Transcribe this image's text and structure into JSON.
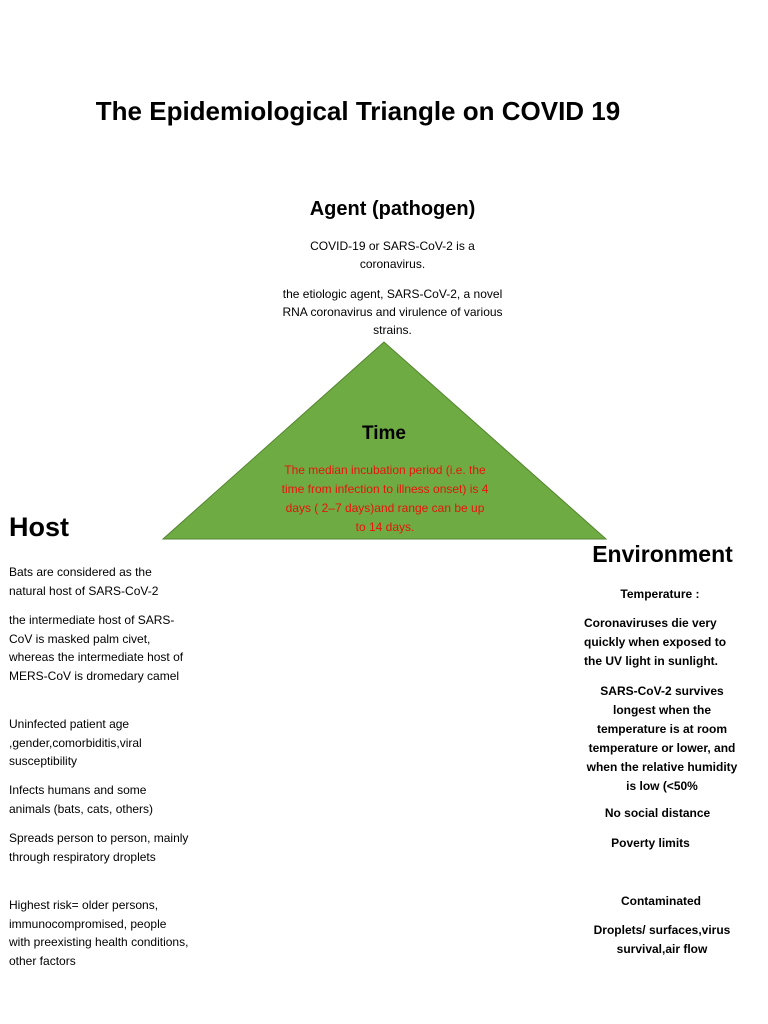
{
  "title": "The Epidemiological Triangle on COVID 19",
  "agent": {
    "heading": "Agent  (pathogen)",
    "lines": [
      "COVID-19 or SARS-CoV-2  is a coronavirus.",
      "the etiologic agent, SARS-CoV-2, a novel RNA coronavirus and virulence of various strains."
    ]
  },
  "time": {
    "heading": "Time",
    "body": "The median incubation period (i.e. the time from infection to illness onset) is 4 days ( 2–7 days)and range can be up to 14 days.",
    "color": "#e8140c"
  },
  "triangle": {
    "fill": "#6fab43",
    "stroke": "#54852f"
  },
  "host": {
    "heading": "Host",
    "items": [
      "Bats are considered as the natural host of SARS-CoV-2",
      "the intermediate host of SARS-CoV is masked palm civet, whereas the intermediate host of MERS-CoV is dromedary camel",
      "Uninfected patient age ,gender,comorbiditis,viral susceptibility",
      "Infects humans and some animals (bats, cats, others)",
      "Spreads person to person, mainly through respiratory droplets",
      "Highest risk= older persons, immunocompromised, people with preexisting health conditions, other factors"
    ]
  },
  "environment": {
    "heading": "Environment",
    "items": [
      "Temperature :",
      "Coronaviruses die very quickly when exposed to the UV light in sunlight.",
      "SARS-CoV-2 survives longest when the temperature is at room temperature or lower, and when the relative humidity is low (<50%",
      "No social distance",
      "Poverty limits",
      "Contaminated",
      "Droplets/ surfaces,virus survival,air flow"
    ]
  }
}
